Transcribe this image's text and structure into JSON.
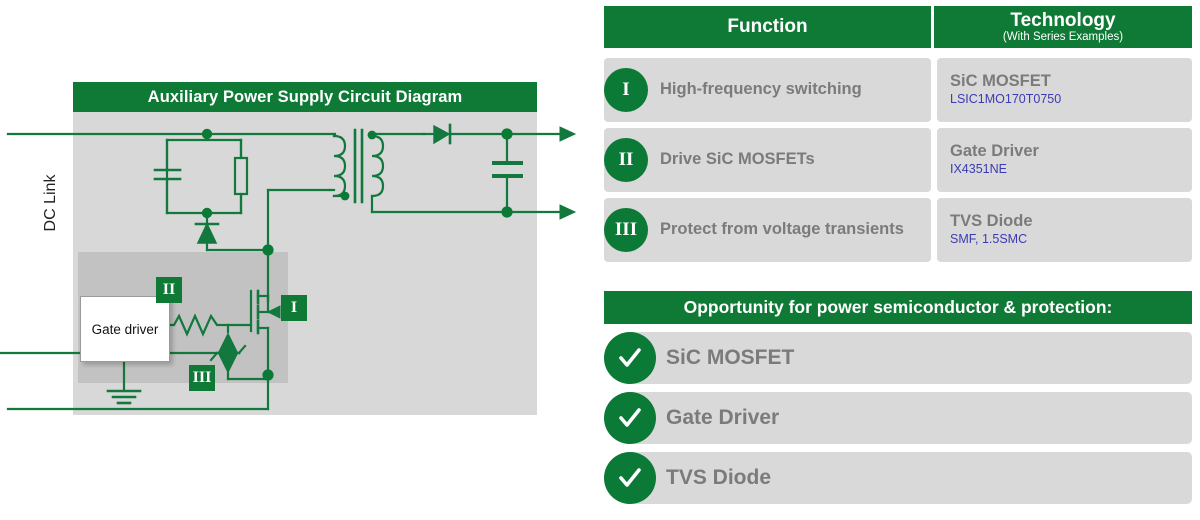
{
  "circuit": {
    "title": "Auxiliary Power Supply Circuit Diagram",
    "dc_link_label": "DC Link",
    "gate_driver_label": "Gate driver",
    "callouts": [
      {
        "id": "I",
        "name": "callout-i"
      },
      {
        "id": "II",
        "name": "callout-ii"
      },
      {
        "id": "III",
        "name": "callout-iii"
      }
    ],
    "colors": {
      "green": "#0f7a35",
      "wire_green": "#12783e",
      "panel_gray": "#d8d8d8",
      "inner_gray": "#c2c2c2"
    }
  },
  "tech_table": {
    "headers": {
      "function": "Function",
      "technology_main": "Technology",
      "technology_sub": "(With Series Examples)"
    },
    "rows": [
      {
        "numeral": "I",
        "function": "High-frequency switching",
        "technology": "SiC MOSFET",
        "parts": "LSIC1MO170T0750"
      },
      {
        "numeral": "II",
        "function": "Drive SiC MOSFETs",
        "technology": "Gate Driver",
        "parts": "IX4351NE"
      },
      {
        "numeral": "III",
        "function": "Protect from voltage transients",
        "technology": "TVS Diode",
        "parts": "SMF, 1.5SMC"
      }
    ]
  },
  "opportunity": {
    "header": "Opportunity for power semiconductor & protection:",
    "items": [
      {
        "label": "SiC MOSFET"
      },
      {
        "label": "Gate Driver"
      },
      {
        "label": "TVS Diode"
      }
    ]
  }
}
